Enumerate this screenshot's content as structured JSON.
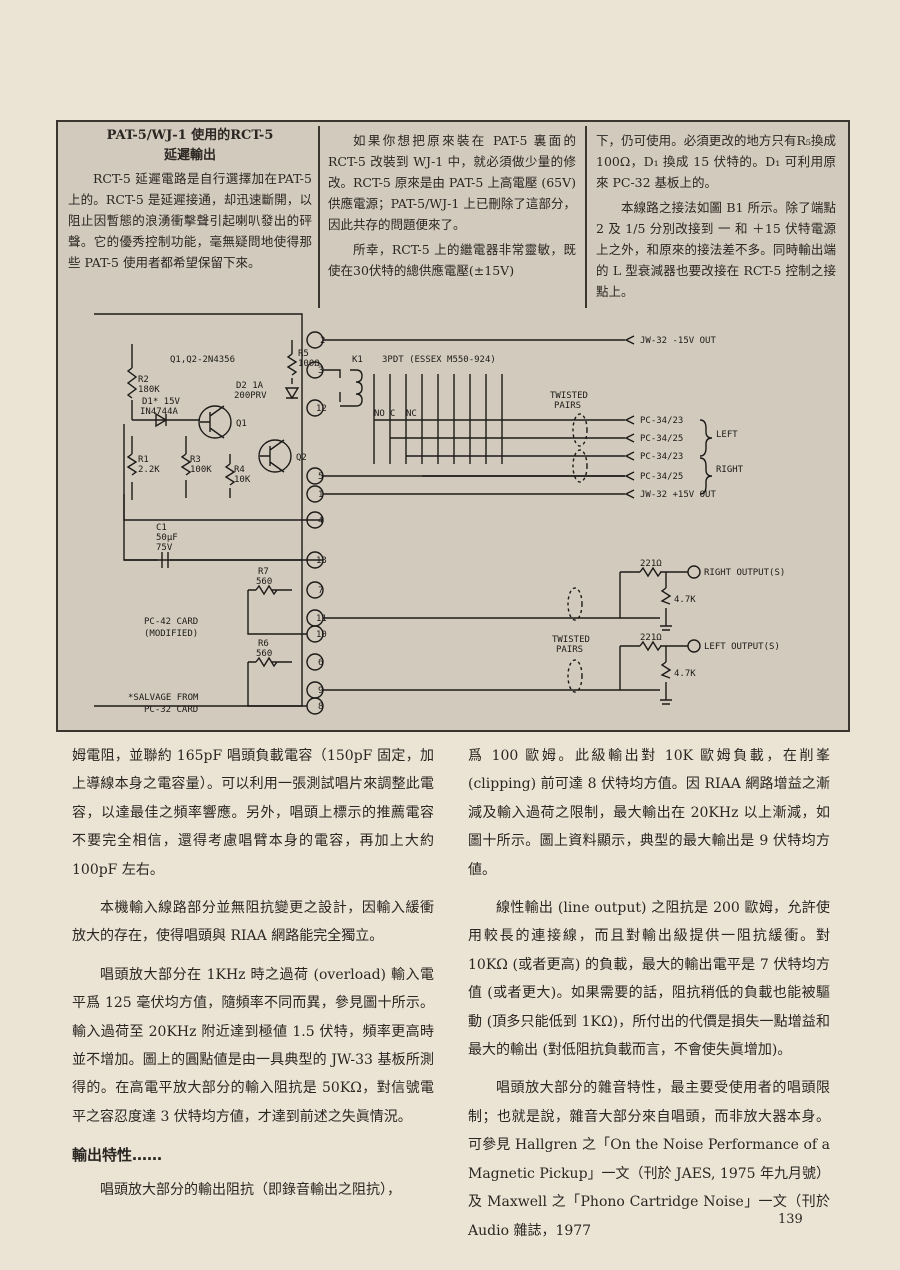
{
  "sidebar": {
    "title_line1": "PAT-5/WJ-1 使用的RCT-5",
    "title_line2": "延遲輸出",
    "col1_para1": "RCT-5 延遲電路是自行選擇加在PAT-5 上的。RCT-5 是延遲接通，却迅速斷開，以阻止因暫態的浪湧衝擊聲引起喇叭發出的砰聲。它的優秀控制功能，毫無疑問地使得那些 PAT-5 使用者都希望保留下來。",
    "col2_para1": "如果你想把原來裝在 PAT-5 裏面的 RCT-5 改裝到 WJ-1 中，就必須做少量的修改。RCT-5 原來是由 PAT-5 上高電壓 (65V) 供應電源；PAT-5/WJ-1 上已刪除了這部分，因此共存的問題便來了。",
    "col2_para2": "所幸，RCT-5 上的繼電器非常靈敏，既使在30伏特的總供應電壓(±15V)",
    "col3_para1": "下，仍可使用。必須更改的地方只有R₅換成 100Ω，D₁ 換成 15 伏特的。D₁ 可利用原來 PC-32 基板上的。",
    "col3_para2": "本線路之接法如圖 B1 所示。除了端點 2 及 1/5 分別改接到 一 和 ＋15 伏特電源上之外，和原來的接法差不多。同時輸出端的 L 型衰減器也要改接在 RCT-5 控制之接點上。"
  },
  "schematic": {
    "terminals": [
      "2",
      "3",
      "12",
      "5",
      "1",
      "4",
      "13",
      "7",
      "11",
      "10",
      "6",
      "9",
      "8"
    ],
    "labels": {
      "transistors": "Q1,Q2-2N4356",
      "r2": "R2",
      "r2_val": "180K",
      "d1": "D1* 15V",
      "d1_part": "IN4744A",
      "r5": "R5",
      "r5_val": "100Ω",
      "d2": "D2 1A",
      "d2_val": "200PRV",
      "q1": "Q1",
      "q2": "Q2",
      "r1": "R1",
      "r1_val": "2.2K",
      "r3": "R3",
      "r3_val": "100K",
      "r4": "R4",
      "r4_val": "10K",
      "c1": "C1",
      "c1_val1": "50μF",
      "c1_val2": "75V",
      "r7": "R7",
      "r7_val": "560",
      "r6": "R6",
      "r6_val": "560",
      "card1": "PC-42 CARD",
      "card2": "(MODIFIED)",
      "salvage1": "*SALVAGE FROM",
      "salvage2": "PC-32 CARD",
      "k1": "K1",
      "relay": "3PDT (ESSEX M550-924)",
      "no": "NO",
      "c": "C",
      "nc": "NC",
      "twisted1": "TWISTED",
      "pairs1": "PAIRS",
      "twisted2": "TWISTED",
      "pairs2": "PAIRS",
      "jw32_neg": "JW-32  -15V OUT",
      "pc3423a": "PC-34/23",
      "pc3425a": "PC-34/25",
      "left": "LEFT",
      "pc3423b": "PC-34/23",
      "pc3425b": "PC-34/25",
      "right": "RIGHT",
      "jw32_pos": "JW-32  +15V OUT",
      "r221a": "221Ω",
      "r47a": "4.7K",
      "right_out": "RIGHT OUTPUT(S)",
      "r221b": "221Ω",
      "r47b": "4.7K",
      "left_out": "LEFT OUTPUT(S)"
    }
  },
  "body": {
    "left": {
      "p1": "姆電阻，並聯約 165pF 唱頭負載電容（150pF 固定，加上導線本身之電容量）。可以利用一張測試唱片來調整此電容，以達最佳之頻率響應。另外，唱頭上標示的推薦電容不要完全相信，還得考慮唱臂本身的電容，再加上大約 100pF 左右。",
      "p2": "本機輸入線路部分並無阻抗變更之設計，因輸入緩衝放大的存在，使得唱頭與 RIAA 網路能完全獨立。",
      "p3": "唱頭放大部分在 1KHz 時之過荷 (overload) 輸入電平爲 125 毫伏均方值，隨頻率不同而異，參見圖十所示。輸入過荷至 20KHz 附近達到極値 1.5 伏特，頻率更高時並不增加。圖上的圓點値是由一具典型的 JW-33 基板所測得的。在高電平放大部分的輸入阻抗是 50KΩ，對信號電平之容忍度達 3 伏特均方値，才達到前述之失眞情況。",
      "heading": "輸出特性……",
      "p4": "唱頭放大部分的輸出阻抗（即錄音輸出之阻抗），"
    },
    "right": {
      "p1": "爲 100 歐姆。此級輸出對 10K 歐姆負載，在削峯 (clipping) 前可達 8 伏特均方值。因 RIAA 網路增益之漸減及輸入過荷之限制，最大輸出在 20KHz 以上漸減，如圖十所示。圖上資料顯示，典型的最大輸出是 9 伏特均方値。",
      "p2": "線性輸出 (line output) 之阻抗是 200 歐姆，允許使用較長的連接線，而且對輸出級提供一阻抗緩衝。對 10KΩ (或者更高) 的負載，最大的輸出電平是 7 伏特均方值 (或者更大)。如果需要的話，阻抗稍低的負載也能被驅動 (頂多只能低到 1KΩ)，所付出的代價是損失一點增益和最大的輸出 (對低阻抗負載而言，不會使失眞增加)。",
      "p3": "唱頭放大部分的雜音特性，最主要受使用者的唱頭限制；也就是說，雜音大部分來自唱頭，而非放大器本身。可參見 Hallgren 之「On the Noise Performance of a Magnetic Pickup」一文（刊於 JAES, 1975 年九月號）及 Maxwell 之「Phono Cartridge Noise」一文（刊於 Audio 雜誌，1977"
    }
  },
  "page_number": "139"
}
